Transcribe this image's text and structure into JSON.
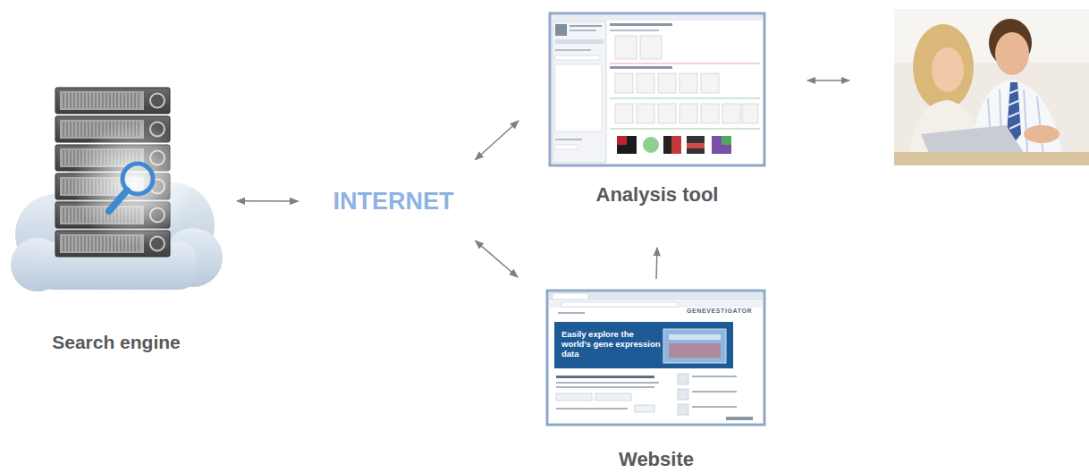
{
  "diagram": {
    "nodes": [
      {
        "text": [
          "Search engine"
        ]
      },
      {
        "text": [
          "INTERNET"
        ]
      },
      {
        "text": [
          "Analysis tool"
        ]
      },
      {
        "text": [
          "Website"
        ]
      }
    ],
    "edges": [
      {
        "from": 0,
        "to": 1,
        "arrow": "both"
      },
      {
        "from": 1,
        "to": 2,
        "arrow": "both"
      },
      {
        "from": 1,
        "to": 3,
        "arrow": "both"
      },
      {
        "from": 3,
        "to": 2,
        "arrow": "to"
      }
    ],
    "labels": [
      "Easily explore the world's gene expression data",
      "GENEVESTIGATOR"
    ]
  }
}
